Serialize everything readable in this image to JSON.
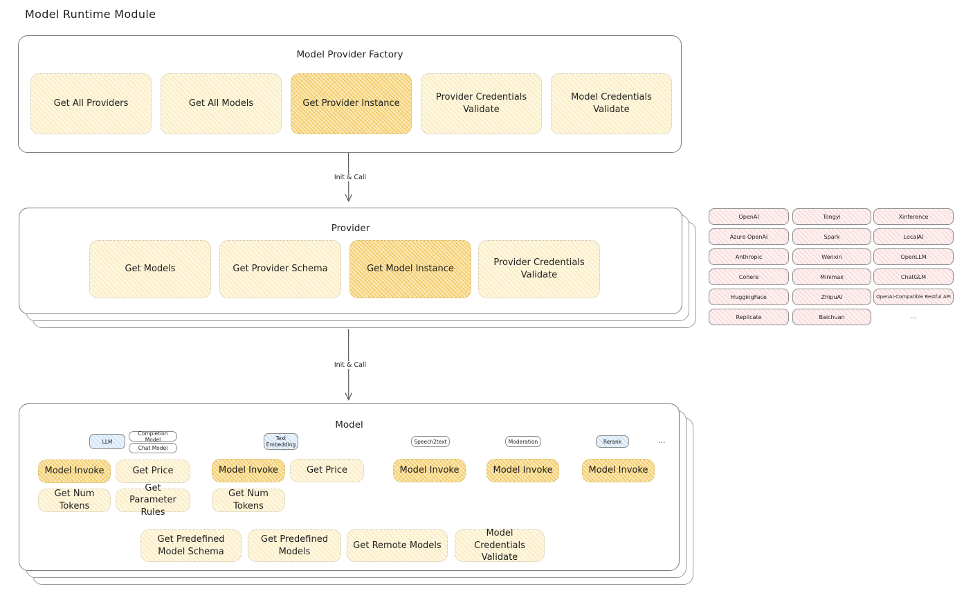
{
  "title": "Model Runtime Module",
  "factory": {
    "title": "Model Provider Factory",
    "boxes": [
      {
        "label": "Get All Providers",
        "highlight": false
      },
      {
        "label": "Get All Models",
        "highlight": false
      },
      {
        "label": "Get Provider Instance",
        "highlight": true
      },
      {
        "label": "Provider Credentials Validate",
        "highlight": false
      },
      {
        "label": "Model Credentials Validate",
        "highlight": false
      }
    ]
  },
  "arrow1": {
    "label": "Init & Call"
  },
  "provider": {
    "title": "Provider",
    "boxes": [
      {
        "label": "Get Models",
        "highlight": false
      },
      {
        "label": "Get Provider Schema",
        "highlight": false
      },
      {
        "label": "Get Model Instance",
        "highlight": true
      },
      {
        "label": "Provider Credentials Validate",
        "highlight": false
      }
    ]
  },
  "arrow2": {
    "label": "Init & Call"
  },
  "provider_list": {
    "columns": [
      [
        "OpenAI",
        "Azure OpenAI",
        "Anthropic",
        "Cohere",
        "HuggingFace",
        "Replicate"
      ],
      [
        "Tongyi",
        "Spark",
        "Wenxin",
        "Minimax",
        "ZhipuAI",
        "Baichuan"
      ],
      [
        "Xinference",
        "LocalAI",
        "OpenLLM",
        "ChatGLM",
        "OpenAI-Compatible Restful API"
      ]
    ],
    "more": "..."
  },
  "model": {
    "title": "Model",
    "more_types": "...",
    "types": [
      {
        "name": "LLM",
        "sub_badges": [
          "Completion Model",
          "Chat Model"
        ],
        "methods": [
          "Model Invoke",
          "Get Price",
          "Get Num Tokens",
          "Get Parameter Rules"
        ]
      },
      {
        "name": "Text Embedding",
        "sub_badges": [],
        "methods": [
          "Model Invoke",
          "Get Price",
          "Get Num Tokens"
        ]
      },
      {
        "name": "Speech2text",
        "sub_badges": [],
        "methods": [
          "Model Invoke"
        ]
      },
      {
        "name": "Moderation",
        "sub_badges": [],
        "methods": [
          "Model Invoke"
        ]
      },
      {
        "name": "Rerank",
        "sub_badges": [],
        "methods": [
          "Model Invoke"
        ]
      }
    ],
    "common_methods": [
      "Get Predefined Model Schema",
      "Get Predefined Models",
      "Get Remote Models",
      "Model Credentials Validate"
    ]
  }
}
